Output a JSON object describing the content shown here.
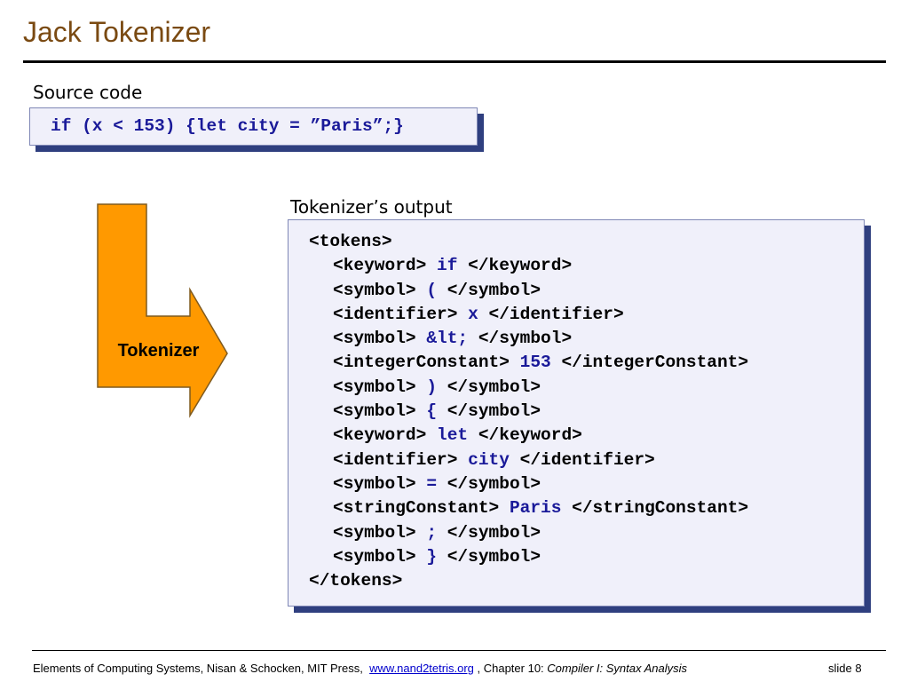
{
  "slide": {
    "title": "Jack Tokenizer",
    "source_label": "Source code",
    "source_code": "if (x < 153) {let city = ”Paris”;}",
    "output_label": "Tokenizer’s output",
    "tokenizer_label": "Tokenizer",
    "tokens": [
      {
        "open": "<tokens>",
        "value": "",
        "close": ""
      },
      {
        "open": "<keyword> ",
        "value": "if",
        "close": " </keyword>"
      },
      {
        "open": "<symbol> ",
        "value": "(",
        "close": " </symbol>"
      },
      {
        "open": "<identifier> ",
        "value": "x",
        "close": " </identifier>"
      },
      {
        "open": "<symbol> ",
        "value": "&lt;",
        "close": " </symbol>"
      },
      {
        "open": "<integerConstant> ",
        "value": "153",
        "close": " </integerConstant>"
      },
      {
        "open": "<symbol> ",
        "value": ")",
        "close": " </symbol>"
      },
      {
        "open": "<symbol> ",
        "value": "{",
        "close": " </symbol>"
      },
      {
        "open": "<keyword> ",
        "value": "let",
        "close": " </keyword>"
      },
      {
        "open": "<identifier> ",
        "value": "city",
        "close": " </identifier>"
      },
      {
        "open": "<symbol> ",
        "value": "=",
        "close": " </symbol>"
      },
      {
        "open": "<stringConstant> ",
        "value": "Paris",
        "close": " </stringConstant>"
      },
      {
        "open": "<symbol> ",
        "value": ";",
        "close": " </symbol>"
      },
      {
        "open": "<symbol> ",
        "value": "}",
        "close": " </symbol>"
      },
      {
        "open": "</tokens>",
        "value": "",
        "close": ""
      }
    ]
  },
  "footer": {
    "text_before": "Elements of Computing Systems, Nisan & Schocken, MIT Press,",
    "link": "www.nand2tetris.org",
    "text_middle": ", Chapter 10:",
    "chapter_title": "Compiler I: Syntax Analysis",
    "slide_number": "slide 8"
  },
  "colors": {
    "title": "#7a4a12",
    "code_keyword": "#1a1a99",
    "box_background": "#f0f0fa",
    "box_shadow": "#2f3f7f",
    "arrow_fill": "#ff9900",
    "link": "#0000cc"
  }
}
